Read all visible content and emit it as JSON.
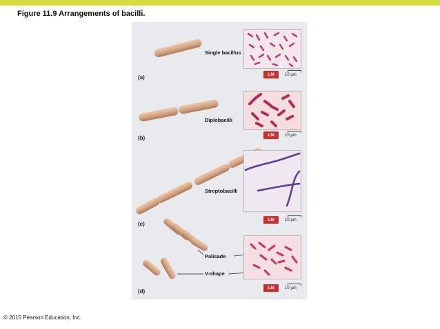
{
  "header": {
    "title": "Figure 11.9  Arrangements of bacilli."
  },
  "panels": [
    {
      "letter": "(a)",
      "label": "Single bacillus"
    },
    {
      "letter": "(b)",
      "label": "Diplobacilli"
    },
    {
      "letter": "(c)",
      "label": "Streptobacilli"
    },
    {
      "letter": "(d)",
      "label": "",
      "labels": [
        "Palisade",
        "V-shape"
      ]
    }
  ],
  "micrograph": {
    "badge": "LM",
    "scale": "10 µm"
  },
  "footer": {
    "copyright": "© 2015 Pearson Education, Inc."
  },
  "colors": {
    "accent_bar": "#d7dc3e",
    "bacillus": "#d9ad8a",
    "stain": "#c4306a",
    "badge": "#c8312e"
  }
}
